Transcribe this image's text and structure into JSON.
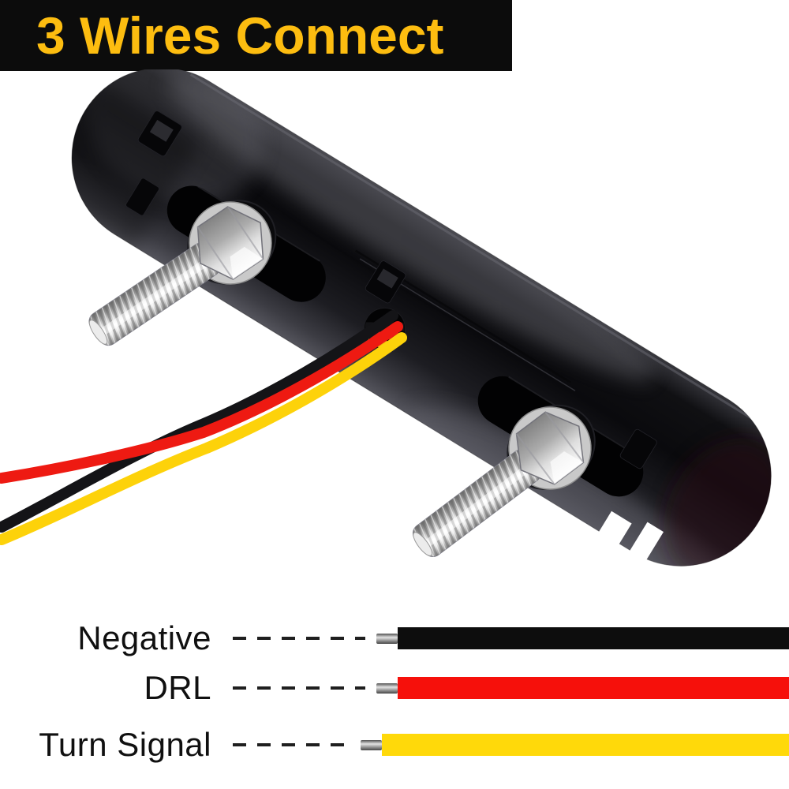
{
  "banner": {
    "label": "3 Wires Connect",
    "background": "#0c0c0c",
    "text_color": "#fdbd10"
  },
  "legend": {
    "rows": [
      {
        "id": "negative",
        "label": "Negative",
        "wire_color": "#0d0d0d"
      },
      {
        "id": "drl",
        "label": "DRL",
        "wire_color": "#f6100b"
      },
      {
        "id": "turn-signal",
        "label": "Turn Signal",
        "wire_color": "#ffd90a"
      }
    ]
  },
  "product": {
    "housing_color": "#0f0f12",
    "stud_color": "#dcdcdc",
    "wires": [
      {
        "name": "negative",
        "color": "#141417"
      },
      {
        "name": "drl",
        "color": "#ee1a12"
      },
      {
        "name": "turn-signal",
        "color": "#fdd20a"
      }
    ]
  }
}
